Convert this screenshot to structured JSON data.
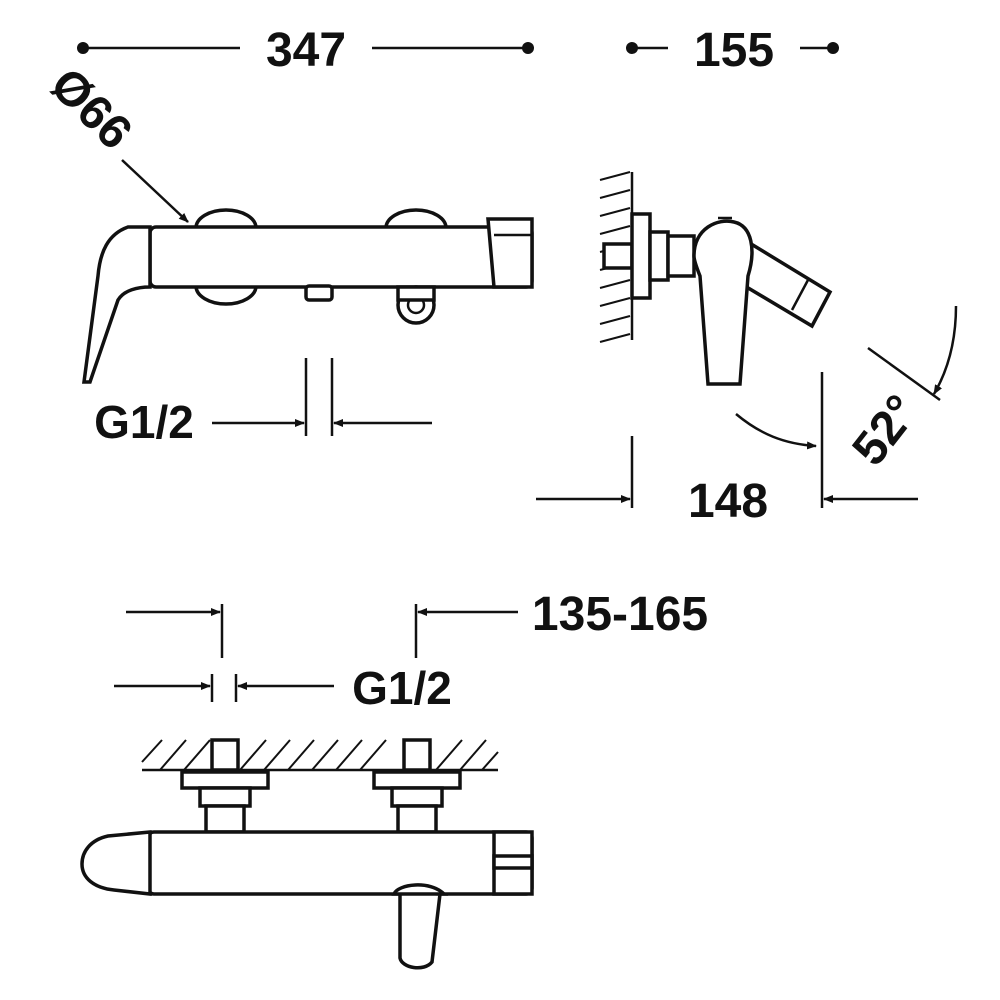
{
  "dimensions": {
    "overall_width": "347",
    "depth": "155",
    "rosette_diameter": "Ø66",
    "inlet_thread_front": "G1/2",
    "projection": "148",
    "lever_angle": "52°",
    "center_distance": "135-165",
    "inlet_thread_top": "G1/2"
  },
  "colors": {
    "line": "#111111",
    "background": "#ffffff"
  }
}
